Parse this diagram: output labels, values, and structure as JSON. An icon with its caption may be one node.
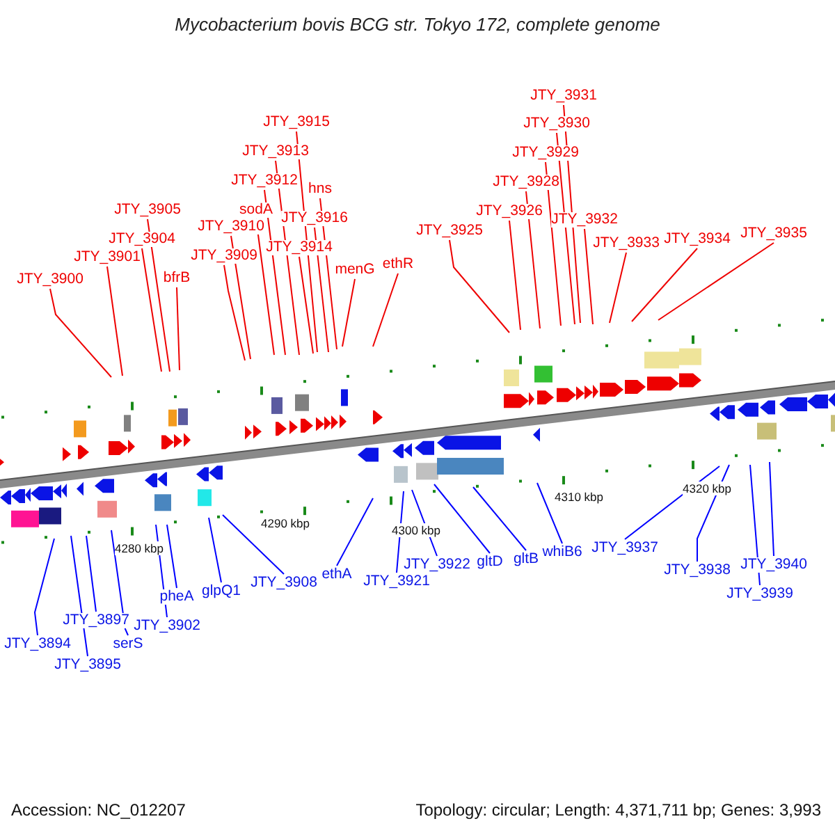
{
  "diagram": {
    "title": "Mycobacterium bovis BCG str. Tokyo 172, complete genome",
    "nodes": [
      {
        "text": [
          "JTY_3900"
        ]
      },
      {
        "text": [
          "JTY_3901"
        ]
      },
      {
        "text": [
          "JTY_3904"
        ]
      },
      {
        "text": [
          "JTY_3905"
        ]
      },
      {
        "text": [
          "bfrB"
        ]
      },
      {
        "text": [
          "JTY_3909"
        ]
      },
      {
        "text": [
          "JTY_3910"
        ]
      },
      {
        "text": [
          "sodA"
        ]
      },
      {
        "text": [
          "JTY_3912"
        ]
      },
      {
        "text": [
          "JTY_3913"
        ]
      },
      {
        "text": [
          "JTY_3915"
        ]
      },
      {
        "text": [
          "hns"
        ]
      },
      {
        "text": [
          "JTY_3916"
        ]
      },
      {
        "text": [
          "JTY_3914"
        ]
      },
      {
        "text": [
          "menG"
        ]
      },
      {
        "text": [
          "ethR"
        ]
      },
      {
        "text": [
          "JTY_3925"
        ]
      },
      {
        "text": [
          "JTY_3926"
        ]
      },
      {
        "text": [
          "JTY_3928"
        ]
      },
      {
        "text": [
          "JTY_3929"
        ]
      },
      {
        "text": [
          "JTY_3930"
        ]
      },
      {
        "text": [
          "JTY_3931"
        ]
      },
      {
        "text": [
          "JTY_3932"
        ]
      },
      {
        "text": [
          "JTY_3933"
        ]
      },
      {
        "text": [
          "JTY_3934"
        ]
      },
      {
        "text": [
          "JTY_3935"
        ]
      },
      {
        "text": [
          "JTY_3894"
        ]
      },
      {
        "text": [
          "JTY_3895"
        ]
      },
      {
        "text": [
          "JTY_3897"
        ]
      },
      {
        "text": [
          "serS"
        ]
      },
      {
        "text": [
          "JTY_3902"
        ]
      },
      {
        "text": [
          "pheA"
        ]
      },
      {
        "text": [
          "glpQ1"
        ]
      },
      {
        "text": [
          "JTY_3908"
        ]
      },
      {
        "text": [
          "ethA"
        ]
      },
      {
        "text": [
          "JTY_3921"
        ]
      },
      {
        "text": [
          "JTY_3922"
        ]
      },
      {
        "text": [
          "gltD"
        ]
      },
      {
        "text": [
          "gltB"
        ]
      },
      {
        "text": [
          "whiB6"
        ]
      },
      {
        "text": [
          "JTY_3937"
        ]
      },
      {
        "text": [
          "JTY_3938"
        ]
      },
      {
        "text": [
          "JTY_3939"
        ]
      },
      {
        "text": [
          "JTY_3940"
        ]
      }
    ],
    "edges": [
      {
        "from": 0,
        "to": null,
        "arrow": "none"
      },
      {
        "from": 1,
        "to": null,
        "arrow": "none"
      },
      {
        "from": 2,
        "to": null,
        "arrow": "none"
      },
      {
        "from": 3,
        "to": null,
        "arrow": "none"
      },
      {
        "from": 4,
        "to": null,
        "arrow": "none"
      },
      {
        "from": 5,
        "to": null,
        "arrow": "none"
      },
      {
        "from": 6,
        "to": null,
        "arrow": "none"
      },
      {
        "from": 7,
        "to": null,
        "arrow": "none"
      },
      {
        "from": 8,
        "to": null,
        "arrow": "none"
      },
      {
        "from": 9,
        "to": null,
        "arrow": "none"
      },
      {
        "from": 10,
        "to": null,
        "arrow": "none"
      },
      {
        "from": 11,
        "to": null,
        "arrow": "none"
      },
      {
        "from": 12,
        "to": null,
        "arrow": "none"
      },
      {
        "from": 13,
        "to": null,
        "arrow": "none"
      },
      {
        "from": 14,
        "to": null,
        "arrow": "none"
      },
      {
        "from": 15,
        "to": null,
        "arrow": "none"
      },
      {
        "from": 16,
        "to": null,
        "arrow": "none"
      },
      {
        "from": 17,
        "to": null,
        "arrow": "none"
      },
      {
        "from": 18,
        "to": null,
        "arrow": "none"
      },
      {
        "from": 19,
        "to": null,
        "arrow": "none"
      },
      {
        "from": 20,
        "to": null,
        "arrow": "none"
      },
      {
        "from": 21,
        "to": null,
        "arrow": "none"
      },
      {
        "from": 22,
        "to": null,
        "arrow": "none"
      },
      {
        "from": 23,
        "to": null,
        "arrow": "none"
      },
      {
        "from": 24,
        "to": null,
        "arrow": "none"
      },
      {
        "from": 25,
        "to": null,
        "arrow": "none"
      },
      {
        "from": 26,
        "to": null,
        "arrow": "none",
        "color": "#0000ff"
      },
      {
        "from": 27,
        "to": null,
        "arrow": "none",
        "color": "#0000ff"
      },
      {
        "from": 28,
        "to": null,
        "arrow": "none",
        "color": "#0000ff"
      },
      {
        "from": 29,
        "to": null,
        "arrow": "none",
        "color": "#0000ff"
      },
      {
        "from": 30,
        "to": null,
        "arrow": "none",
        "color": "#0000ff"
      },
      {
        "from": 31,
        "to": null,
        "arrow": "none",
        "color": "#0000ff"
      },
      {
        "from": 32,
        "to": null,
        "arrow": "none",
        "color": "#0000ff"
      },
      {
        "from": 33,
        "to": null,
        "arrow": "none",
        "color": "#0000ff"
      },
      {
        "from": 34,
        "to": null,
        "arrow": "none",
        "color": "#0000ff"
      },
      {
        "from": 35,
        "to": null,
        "arrow": "none",
        "color": "#0000ff"
      },
      {
        "from": 36,
        "to": null,
        "arrow": "none",
        "color": "#0000ff"
      },
      {
        "from": 37,
        "to": null,
        "arrow": "none",
        "color": "#0000ff"
      },
      {
        "from": 38,
        "to": null,
        "arrow": "none",
        "color": "#0000ff"
      },
      {
        "from": 39,
        "to": null,
        "arrow": "none",
        "color": "#0000ff"
      },
      {
        "from": 40,
        "to": null,
        "arrow": "none",
        "color": "#0000ff"
      },
      {
        "from": 41,
        "to": null,
        "arrow": "none",
        "color": "#0000ff"
      },
      {
        "from": 42,
        "to": null,
        "arrow": "none",
        "color": "#0000ff"
      },
      {
        "from": 43,
        "to": null,
        "arrow": "none",
        "color": "#0000ff"
      }
    ],
    "labels": [
      "4280 kbp",
      "4290 kbp",
      "4300 kbp",
      "4310 kbp",
      "4320 kbp",
      "Accession: NC_012207",
      "Topology: circular; Length: 4,371,711 bp; Genes: 3,993"
    ]
  }
}
